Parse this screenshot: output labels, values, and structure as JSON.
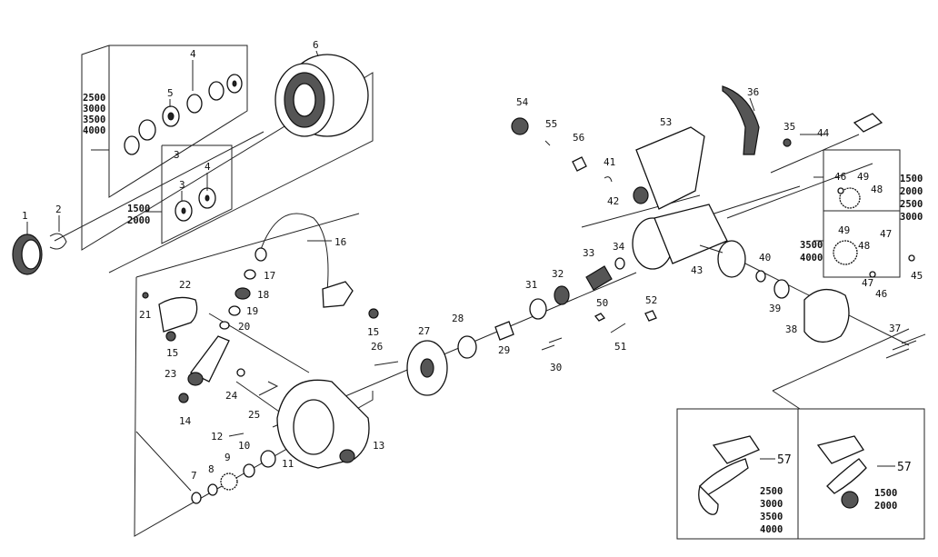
{
  "parts": [
    {
      "n": "1"
    },
    {
      "n": "2"
    },
    {
      "n": "3"
    },
    {
      "n": "3"
    },
    {
      "n": "4"
    },
    {
      "n": "4"
    },
    {
      "n": "5"
    },
    {
      "n": "6"
    },
    {
      "n": "7"
    },
    {
      "n": "8"
    },
    {
      "n": "9"
    },
    {
      "n": "10"
    },
    {
      "n": "11"
    },
    {
      "n": "12"
    },
    {
      "n": "13"
    },
    {
      "n": "14"
    },
    {
      "n": "15"
    },
    {
      "n": "15"
    },
    {
      "n": "16"
    },
    {
      "n": "17"
    },
    {
      "n": "18"
    },
    {
      "n": "19"
    },
    {
      "n": "20"
    },
    {
      "n": "21"
    },
    {
      "n": "22"
    },
    {
      "n": "23"
    },
    {
      "n": "24"
    },
    {
      "n": "25"
    },
    {
      "n": "26"
    },
    {
      "n": "27"
    },
    {
      "n": "28"
    },
    {
      "n": "29"
    },
    {
      "n": "30"
    },
    {
      "n": "31"
    },
    {
      "n": "32"
    },
    {
      "n": "33"
    },
    {
      "n": "34"
    },
    {
      "n": "35"
    },
    {
      "n": "36"
    },
    {
      "n": "37"
    },
    {
      "n": "38"
    },
    {
      "n": "39"
    },
    {
      "n": "40"
    },
    {
      "n": "41"
    },
    {
      "n": "42"
    },
    {
      "n": "43"
    },
    {
      "n": "44"
    },
    {
      "n": "45"
    },
    {
      "n": "46"
    },
    {
      "n": "46"
    },
    {
      "n": "47"
    },
    {
      "n": "47"
    },
    {
      "n": "48"
    },
    {
      "n": "48"
    },
    {
      "n": "49"
    },
    {
      "n": "49"
    },
    {
      "n": "50"
    },
    {
      "n": "51"
    },
    {
      "n": "52"
    },
    {
      "n": "53"
    },
    {
      "n": "54"
    },
    {
      "n": "55"
    },
    {
      "n": "56"
    },
    {
      "n": "57"
    },
    {
      "n": "57"
    }
  ],
  "size_groups": {
    "spool_large": [
      "2500",
      "3000",
      "3500",
      "4000"
    ],
    "spool_small": [
      "1500",
      "2000"
    ],
    "gear_small": [
      "1500",
      "2000",
      "2500",
      "3000"
    ],
    "gear_large": [
      "3500",
      "4000"
    ],
    "handle_large": [
      "2500",
      "3000",
      "3500",
      "4000"
    ],
    "handle_small": [
      "1500",
      "2000"
    ]
  }
}
